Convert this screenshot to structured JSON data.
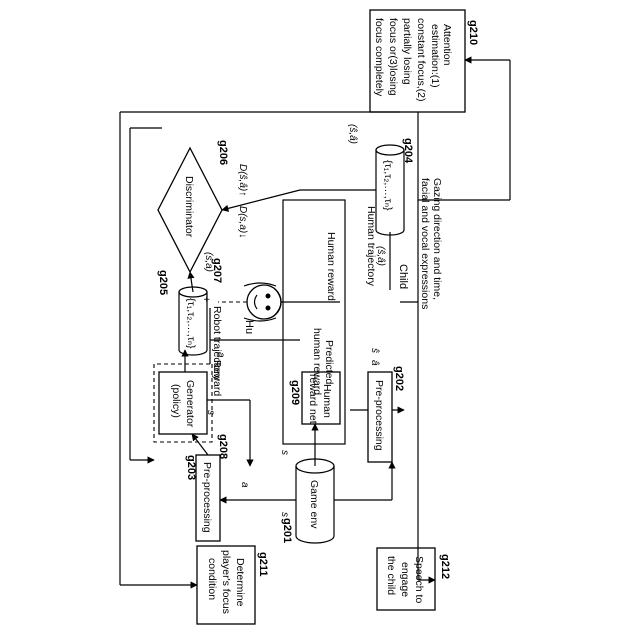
{
  "boxes": {
    "g210": {
      "ref": "g210",
      "lines": [
        "Attention",
        "estimation:(1)",
        "constant focus,(2)",
        "partially losing",
        "focus or(3)losing",
        "focus completely"
      ]
    },
    "g212": {
      "ref": "g212",
      "lines": [
        "Speech to",
        "engage",
        "the child"
      ]
    },
    "g211": {
      "ref": "g211",
      "lines": [
        "Determine",
        "player's focus",
        "condition"
      ]
    },
    "g202": {
      "ref": "g202",
      "label": "Pre-processing"
    },
    "g203": {
      "ref": "g203",
      "label": "Pre-processing"
    },
    "g201": {
      "ref": "g201",
      "label": "Game env"
    },
    "g209": {
      "ref": "g209",
      "lines": [
        "Human",
        "reward net"
      ]
    },
    "g208": {
      "ref": "g208",
      "lines": [
        "Generator",
        "(policy)"
      ]
    },
    "g206": {
      "ref": "g206",
      "label": "Discriminator"
    },
    "g204": {
      "ref": "g204",
      "label": "{τ₁,τ₂,…,τₙ}"
    },
    "g205": {
      "ref": "g205",
      "label": "{τ₁,τ₂,…,τₙ}"
    },
    "g207": {
      "ref": "g207"
    }
  },
  "labels": {
    "gazing": "Gazing direction and time,",
    "facial": "facial and vocal expressions",
    "child": "Child",
    "hu": "Hu",
    "human_trajectory": "Human trajectory",
    "robot_trajectory": "Robot trajectory",
    "human_reward": "Human reward",
    "predicted_1": "Predicted",
    "predicted_2": "human reward",
    "reward": "Reward",
    "plus": "+",
    "s_hat": "ŝ",
    "a_hat": "â",
    "sa_hat": "(ŝ,â)",
    "sa_hat2": "(ŝ,â)",
    "sa": "(s,a)",
    "s": "s",
    "a": "a",
    "d_hat": "D(ŝ,â)↑",
    "d_sa": "D(s,a)↓"
  }
}
